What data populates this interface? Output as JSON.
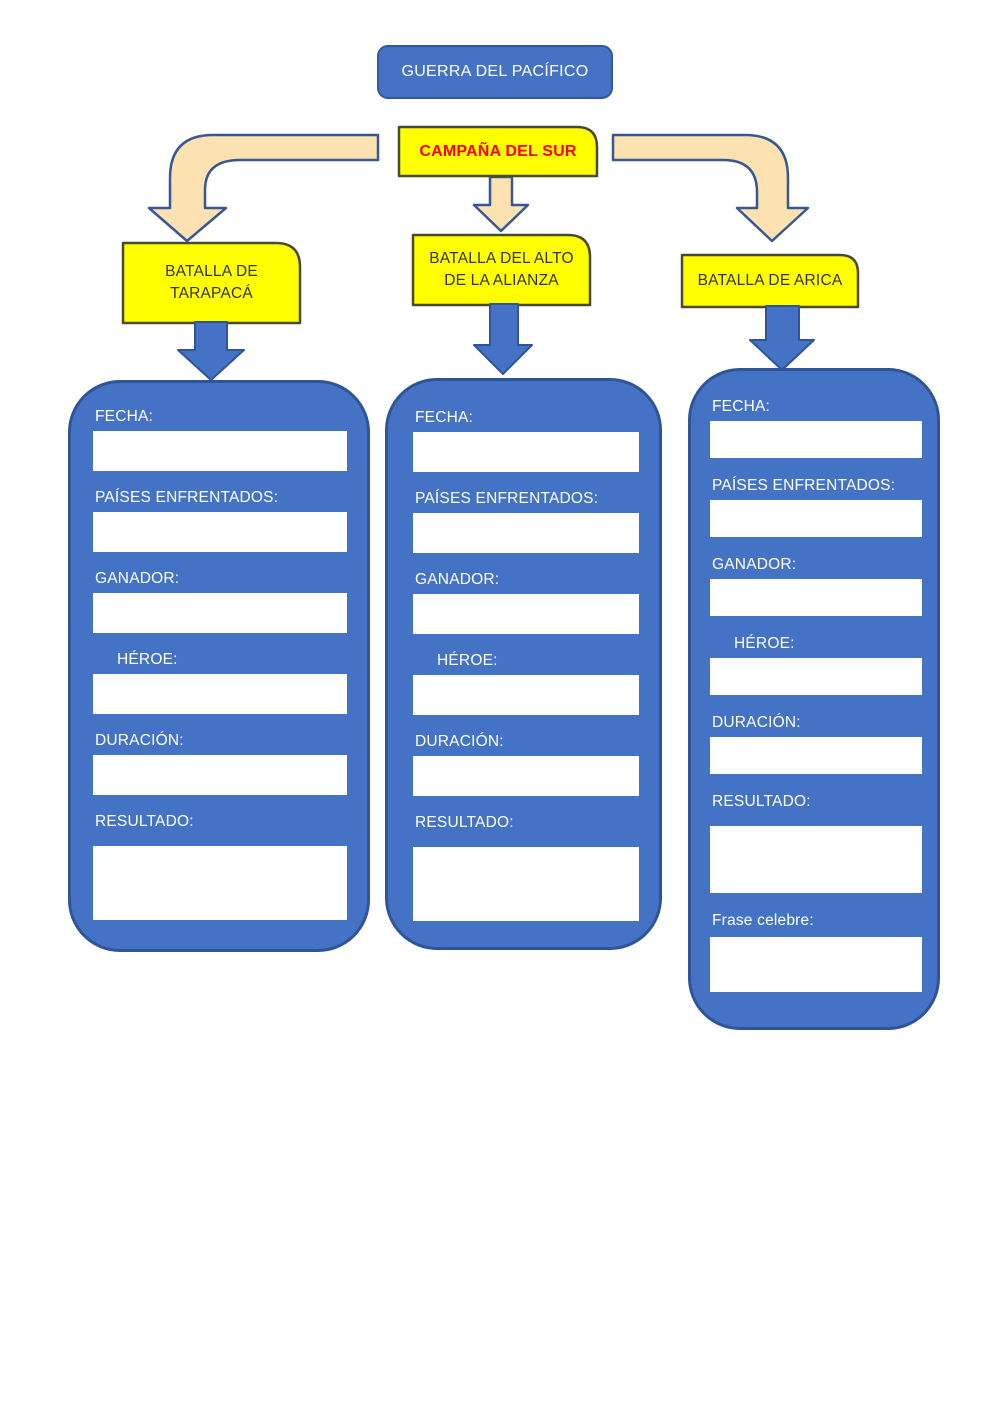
{
  "root": {
    "label": "GUERRA DEL PACÍFICO"
  },
  "campaign": {
    "label": "CAMPAÑA DEL SUR"
  },
  "battles": [
    {
      "name_lines": [
        "BATALLA DE",
        "TARAPACÁ"
      ],
      "fields": [
        {
          "label": "FECHA:",
          "value": ""
        },
        {
          "label": "PAÍSES ENFRENTADOS:",
          "value": ""
        },
        {
          "label": "GANADOR:",
          "value": ""
        },
        {
          "label": "HÉROE:",
          "value": ""
        },
        {
          "label": "DURACIÓN:",
          "value": ""
        },
        {
          "label": "RESULTADO:",
          "value": ""
        }
      ]
    },
    {
      "name_lines": [
        "BATALLA DEL ALTO",
        "DE LA ALIANZA"
      ],
      "fields": [
        {
          "label": "FECHA:",
          "value": ""
        },
        {
          "label": "PAÍSES ENFRENTADOS:",
          "value": ""
        },
        {
          "label": "GANADOR:",
          "value": ""
        },
        {
          "label": "HÉROE:",
          "value": ""
        },
        {
          "label": "DURACIÓN:",
          "value": ""
        },
        {
          "label": "RESULTADO:",
          "value": ""
        }
      ]
    },
    {
      "name_lines": [
        "BATALLA DE ARICA"
      ],
      "fields": [
        {
          "label": "FECHA:",
          "value": ""
        },
        {
          "label": "PAÍSES ENFRENTADOS:",
          "value": ""
        },
        {
          "label": "GANADOR:",
          "value": ""
        },
        {
          "label": "HÉROE:",
          "value": ""
        },
        {
          "label": "DURACIÓN:",
          "value": ""
        },
        {
          "label": "RESULTADO:",
          "value": ""
        },
        {
          "label": "Frase celebre:",
          "value": ""
        }
      ]
    }
  ],
  "colors": {
    "panel_blue": "#4472C4",
    "panel_border": "#2F5597",
    "yellow": "#FFFF00",
    "yellow_border": "#4A4A33",
    "cream_arrow": "#FBE2B0",
    "cream_arrow_border": "#3A5795",
    "campaign_text_red": "#FF0000",
    "label_text_white": "#FFFFFF",
    "box_text_dark": "#333328"
  }
}
